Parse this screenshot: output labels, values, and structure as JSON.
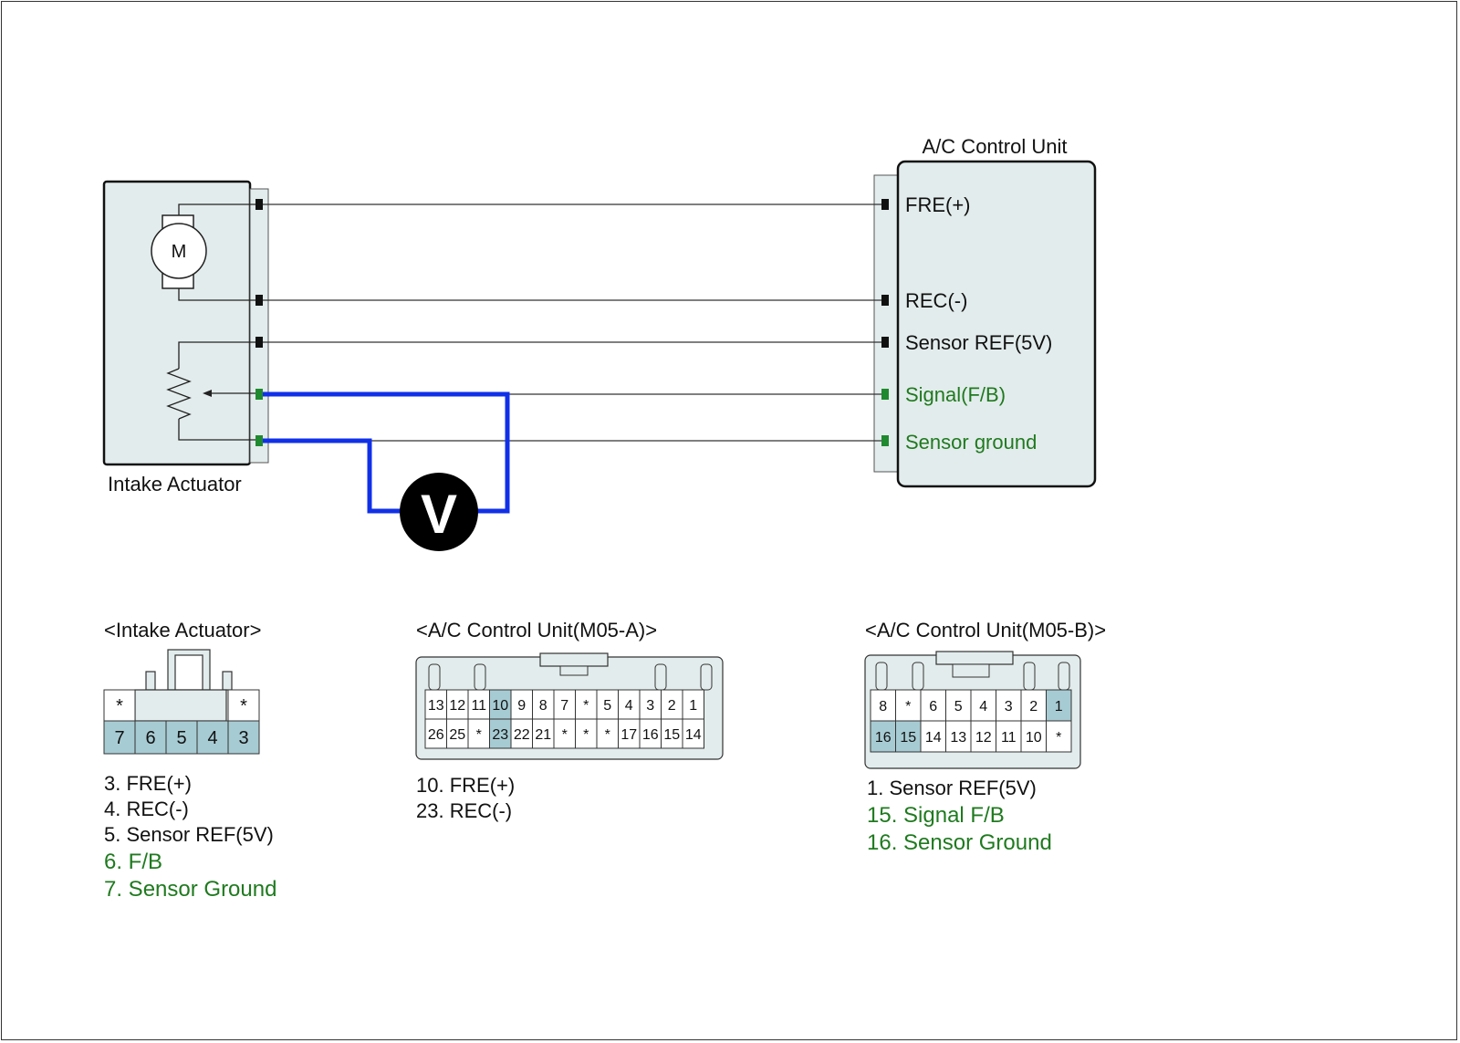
{
  "colors": {
    "box_fill": "#e3ecec",
    "highlight_pin": "#a7cbd3",
    "meter_wire": "#1030e8",
    "green_text": "#1f7a1f",
    "wire": "#222222"
  },
  "diagram": {
    "actuator_label": "Intake Actuator",
    "motor_symbol": "M",
    "control_unit_title": "A/C Control Unit",
    "voltmeter_symbol": "V",
    "terminals": [
      {
        "label": "FRE(+)",
        "color": "black"
      },
      {
        "label": "REC(-)",
        "color": "black"
      },
      {
        "label": "Sensor REF(5V)",
        "color": "black"
      },
      {
        "label": "Signal(F/B)",
        "color": "green"
      },
      {
        "label": "Sensor ground",
        "color": "green"
      }
    ]
  },
  "connectors": {
    "intake_actuator": {
      "title": "<Intake Actuator>",
      "top_row": [
        "*",
        "",
        "",
        "",
        "*"
      ],
      "bottom_row": [
        "7",
        "6",
        "5",
        "4",
        "3"
      ],
      "legend": [
        {
          "text": "3. FRE(+)",
          "color": "black"
        },
        {
          "text": "4. REC(-)",
          "color": "black"
        },
        {
          "text": "5. Sensor REF(5V)",
          "color": "black"
        },
        {
          "text": "6. F/B",
          "color": "green"
        },
        {
          "text": "7. Sensor Ground",
          "color": "green"
        }
      ]
    },
    "m05a": {
      "title": "<A/C Control Unit(M05-A)>",
      "top_row": [
        "13",
        "12",
        "11",
        "10",
        "9",
        "8",
        "7",
        "*",
        "5",
        "4",
        "3",
        "2",
        "1"
      ],
      "bottom_row": [
        "26",
        "25",
        "*",
        "23",
        "22",
        "21",
        "*",
        "*",
        "*",
        "17",
        "16",
        "15",
        "14"
      ],
      "highlight": [
        "10",
        "23"
      ],
      "legend": [
        {
          "text": "10. FRE(+)",
          "color": "black"
        },
        {
          "text": "23. REC(-)",
          "color": "black"
        }
      ]
    },
    "m05b": {
      "title": "<A/C Control Unit(M05-B)>",
      "top_row": [
        "8",
        "*",
        "6",
        "5",
        "4",
        "3",
        "2",
        "1"
      ],
      "bottom_row": [
        "16",
        "15",
        "14",
        "13",
        "12",
        "11",
        "10",
        "*"
      ],
      "highlight": [
        "1",
        "16",
        "15"
      ],
      "legend": [
        {
          "text": "1. Sensor REF(5V)",
          "color": "black"
        },
        {
          "text": "15. Signal F/B",
          "color": "green"
        },
        {
          "text": "16. Sensor Ground",
          "color": "green"
        }
      ]
    }
  }
}
